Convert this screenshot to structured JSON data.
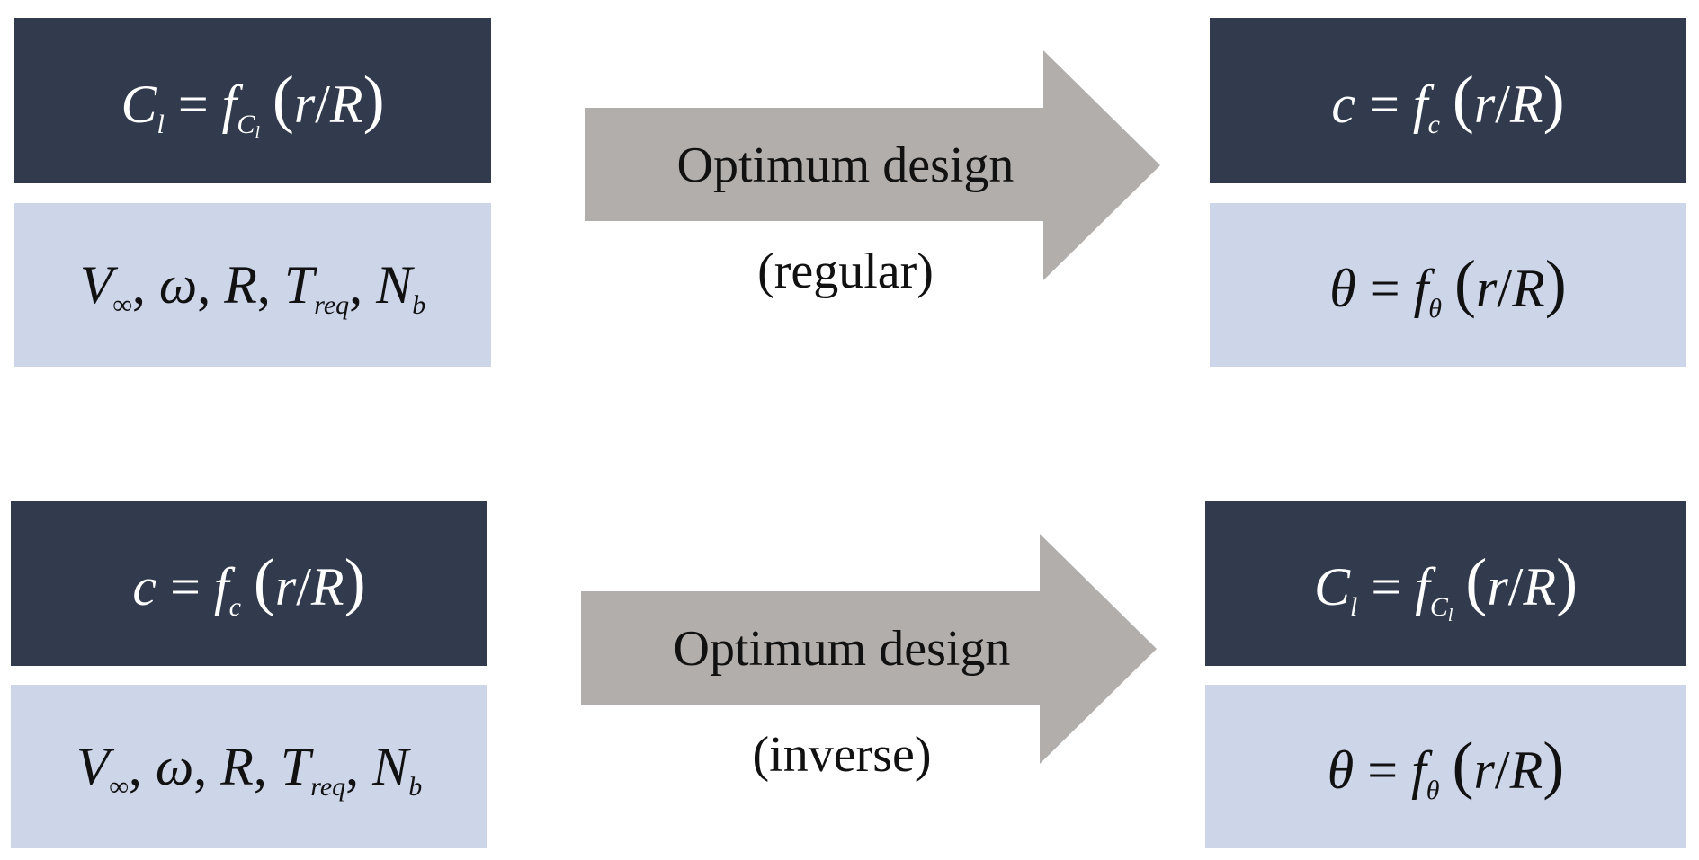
{
  "colors": {
    "dark_box": "#313b4d",
    "light_box": "#cdd5e9",
    "arrow": "#b1aeac"
  },
  "regular": {
    "inputs": {
      "top": "C_l = f_{C_l}(r/R)",
      "bottom": "V_∞, ω, R, T_req, N_b"
    },
    "arrow": {
      "label_line1": "Optimum design",
      "label_line2": "(regular)"
    },
    "outputs": {
      "top": "c = f_c(r/R)",
      "bottom": "θ = f_θ(r/R)"
    }
  },
  "inverse": {
    "inputs": {
      "top": "c = f_c(r/R)",
      "bottom": "V_∞, ω, R, T_req, N_b"
    },
    "arrow": {
      "label_line1": "Optimum design",
      "label_line2": "(inverse)"
    },
    "outputs": {
      "top": "C_l = f_{C_l}(r/R)",
      "bottom": "θ = f_θ(r/R)"
    }
  }
}
